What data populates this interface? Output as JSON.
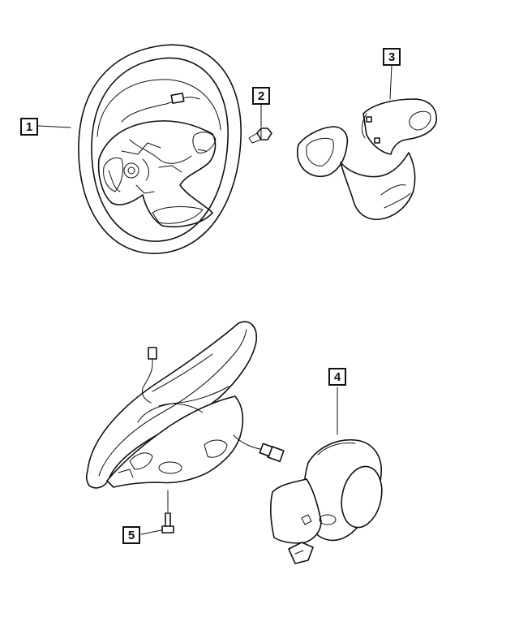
{
  "callouts": {
    "c1": "1",
    "c2": "2",
    "c3": "3",
    "c4": "4",
    "c5": "5"
  },
  "parts": [
    {
      "id": "1",
      "icon": "steering-wheel-icon"
    },
    {
      "id": "2",
      "icon": "nut-icon"
    },
    {
      "id": "3",
      "icon": "trim-bezel-icon"
    },
    {
      "id": "4",
      "icon": "airbag-module-icon"
    },
    {
      "id": "5",
      "icon": "bolt-icon"
    }
  ]
}
